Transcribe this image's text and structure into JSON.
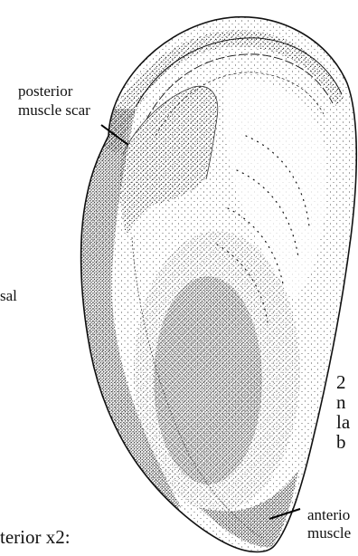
{
  "figure": {
    "labels": {
      "posterior_muscle_scar_line1": "posterior",
      "posterior_muscle_scar_line2": "muscle scar",
      "anterior_muscle_line1": "anterio",
      "anterior_muscle_line2": "muscle",
      "left_fragment": "sal",
      "bottom_caption": "terior x2:"
    },
    "right_text_fragments": [
      "2",
      "n",
      "la",
      "b"
    ],
    "colors": {
      "ink": "#111111",
      "paper": "#ffffff"
    }
  }
}
